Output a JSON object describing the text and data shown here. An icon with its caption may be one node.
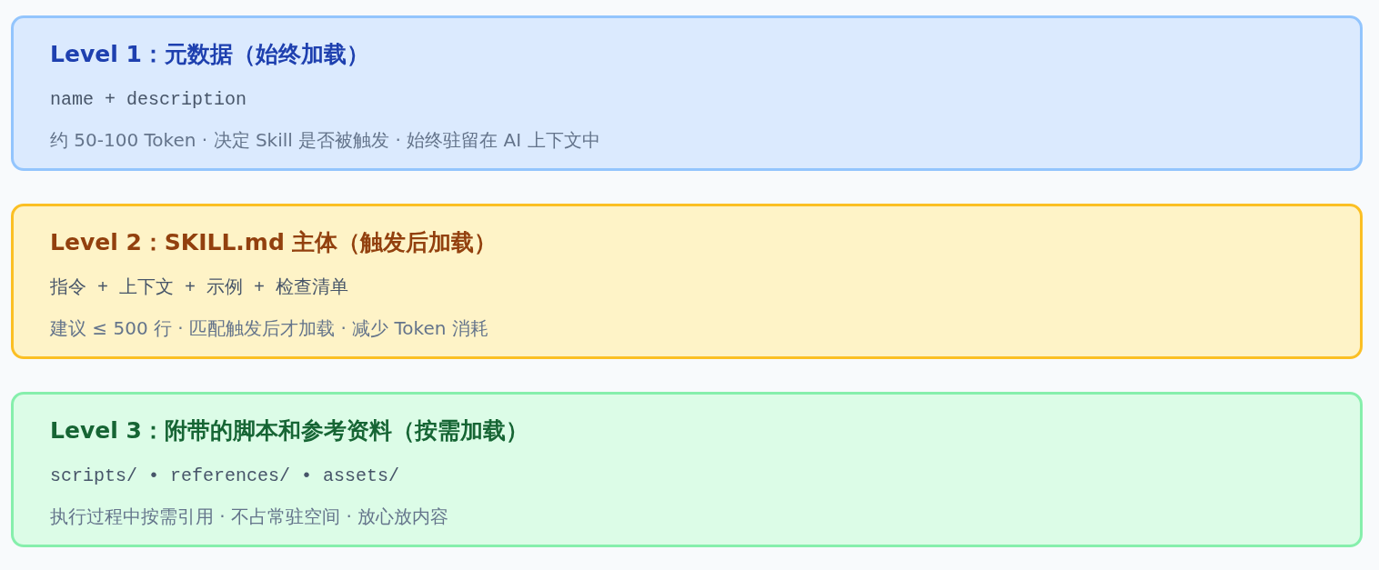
{
  "diagram": {
    "nodes": [
      {
        "text": [
          "Level 1：元数据（始终加载）",
          "name + description",
          "约 50-100 Token · 决定 Skill 是否被触发 · 始终驻留在 AI 上下文中"
        ]
      },
      {
        "text": [
          "Level 2：SKILL.md 主体（触发后加载）",
          "指令 + 上下文 + 示例 + 检查清单",
          "建议 ≤ 500 行 · 匹配触发后才加载 · 减少 Token 消耗"
        ]
      },
      {
        "text": [
          "Level 3：附带的脚本和参考资料（按需加载）",
          "scripts/ • references/ • assets/",
          "执行过程中按需引用 · 不占常驻空间 · 放心放内容"
        ]
      }
    ]
  }
}
